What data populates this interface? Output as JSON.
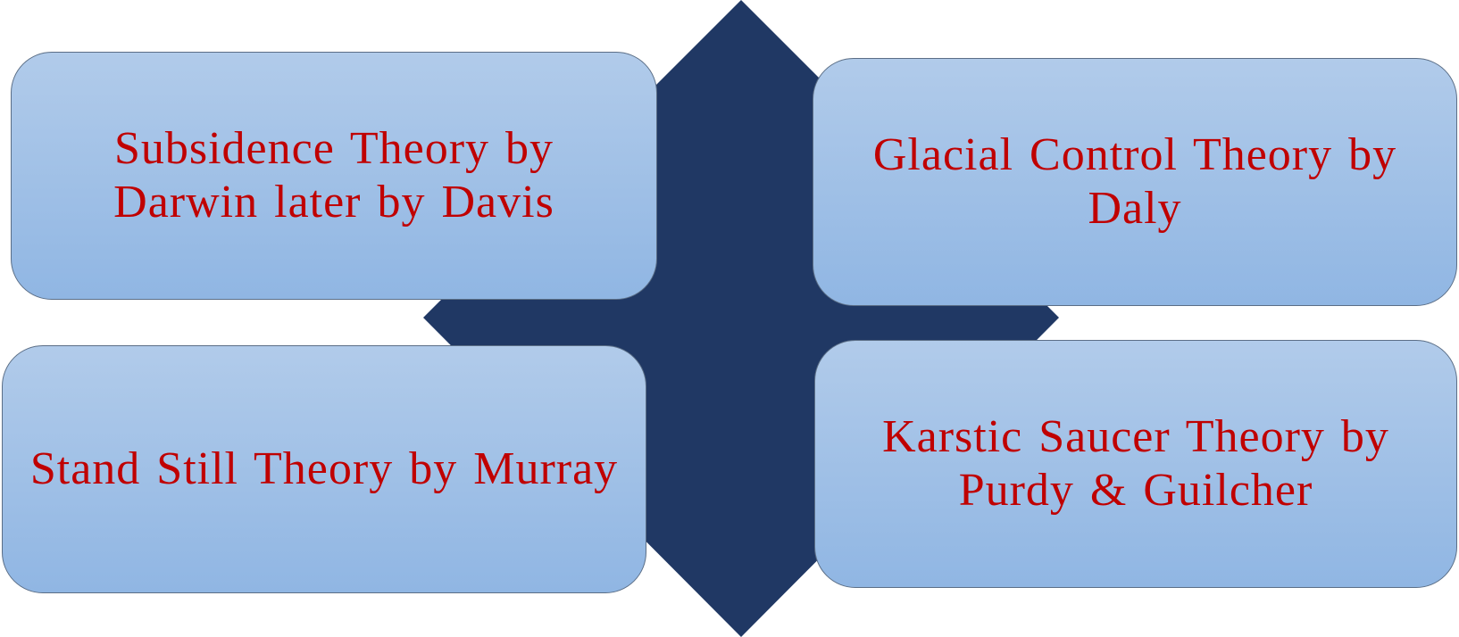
{
  "colors": {
    "diamond": "#203864",
    "box_top": "#b1cbea",
    "box_bottom": "#90b6e3",
    "box_border": "#5b6e86",
    "text": "#c00000"
  },
  "diagram": {
    "boxes": [
      {
        "id": "top-left",
        "label": "Subsidence Theory by Darwin later by Davis"
      },
      {
        "id": "top-right",
        "label": "Glacial Control Theory by Daly"
      },
      {
        "id": "bottom-left",
        "label": "Stand Still Theory by Murray"
      },
      {
        "id": "bottom-right",
        "label": "Karstic Saucer Theory by Purdy & Guilcher"
      }
    ]
  }
}
